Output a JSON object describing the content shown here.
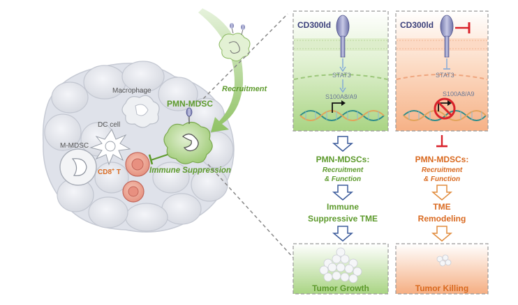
{
  "left_panel": {
    "recruitment": "Recruitment",
    "pmn_mdsc": "PMN-MDSC",
    "immune_suppression": "Immune Suppression",
    "macrophage": "Macrophage",
    "dc_cell": "DC cell",
    "m_mdsc": "M-MDSC",
    "cd8_t": "CD8",
    "cd8_sup": "+",
    "cd8_t_suffix": " T"
  },
  "green_panel": {
    "receptor": "CD300ld",
    "stat3": "STAT3",
    "s100": "S100A8/A9",
    "step1_a": "PMN-MDSCs:",
    "step1_b": "Recruitment",
    "step1_c": "& Function",
    "step2_a": "Immune",
    "step2_b": "Suppressive TME",
    "outcome": "Tumor Growth"
  },
  "orange_panel": {
    "receptor": "CD300ld",
    "stat3": "STAT3",
    "s100": "S100A8/A9",
    "step1_a": "PMN-MDSCs:",
    "step1_b": "Recruitment",
    "step1_c": "& Function",
    "step2_a": "TME",
    "step2_b": "Remodeling",
    "outcome": "Tumor Killing"
  },
  "colors": {
    "green_text": "#5d9a2c",
    "orange_text": "#d9691f",
    "navy_text": "#3a3f7a",
    "inhibit_red": "#d9222a"
  }
}
